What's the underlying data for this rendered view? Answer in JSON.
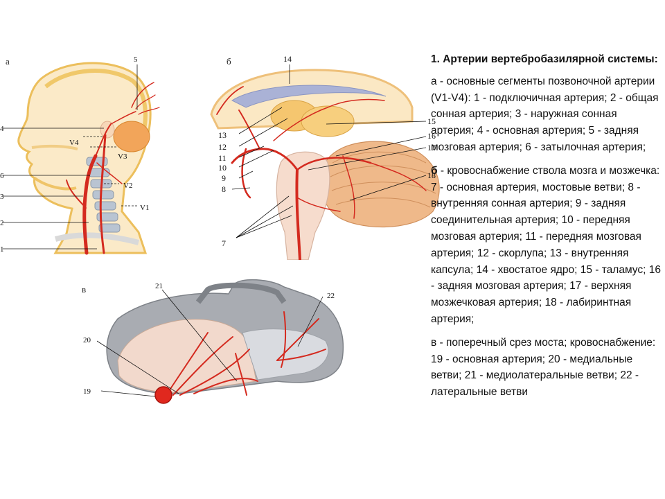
{
  "panel_a": {
    "letter": "а",
    "callouts": [
      "5",
      "4",
      "V4",
      "V3",
      "6",
      "V2",
      "3",
      "V1",
      "2",
      "1"
    ]
  },
  "panel_b": {
    "letter": "б",
    "callouts": [
      "14",
      "13",
      "12",
      "11",
      "10",
      "9",
      "8",
      "7",
      "15",
      "16",
      "17",
      "18"
    ]
  },
  "panel_c": {
    "letter": "в",
    "callouts": [
      "21",
      "22",
      "20",
      "19"
    ]
  },
  "caption": {
    "title": "1. Артерии вертебробазилярной системы:",
    "part_a": "а - основные сегменты позвоночной артерии (V1-V4): 1 - подключичная артерия; 2 - общая сонная артерия; 3 - наружная сонная артерия; 4 - основная артерия; 5 - задняя мозговая артерия; 6 - затылочная артерия;",
    "part_b_letter": "б",
    "part_b": " - кровоснабжение ствола мозга и мозжечка: 7 - основная артерия, мостовые ветви; 8 - внутренняя сонная артерия; 9 - задняя соединительная артерия; 10 - передняя мозговая артерия; 11 - передняя мозговая артерия; 12 - скорлупа; 13 - внутренняя капсула; 14 - хвостатое ядро; 15 - таламус; 16 - задняя мозговая артерия; 17 - верхняя мозжечковая артерия; 18 - лабиринтная артерия;",
    "part_c": "в - поперечный срез моста; кровоснабжение: 19 - основная артерия; 20 - медиальные ветви; 21 - медиолатеральные ветви; 22 - латеральные ветви"
  },
  "colors": {
    "artery": "#d42a1f",
    "skin": "#f6deab",
    "skin_outline": "#e8b44a",
    "brain": "#f4c8a0",
    "cerebellum": "#efb98a",
    "gray_matter": "#a9acb2",
    "pons": "#f2d9cc"
  }
}
